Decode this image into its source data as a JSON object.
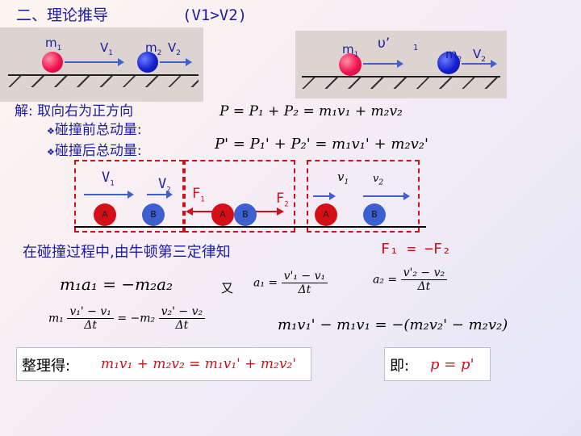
{
  "title": "二、理论推导",
  "condition": "(V1>V2)",
  "left_panel": {
    "m1": "m",
    "m2": "m",
    "v1": "V",
    "v2": "V",
    "sub1": "1",
    "sub2": "2"
  },
  "right_panel": {
    "m1": "m",
    "m2": "m",
    "v1": "υ’",
    "v2": "V",
    "sub1": "1",
    "sub2": "2"
  },
  "solution": {
    "intro": "解: 取向右为正方向",
    "before_label": "碰撞前总动量:",
    "after_label": "碰撞后总动量:",
    "bullet": "❖"
  },
  "eq_before": "P = P₁ + P₂ = m₁v₁ + m₂v₂",
  "eq_after": "P' = P₁' + P₂' = m₁v₁' + m₂v₂'",
  "diagram": {
    "v1": "V",
    "v2": "V",
    "v1p": "v",
    "v2p": "v",
    "sub1": "1",
    "sub2": "2",
    "F1": "F",
    "F2": "F",
    "ballA": "A",
    "ballB": "B"
  },
  "newton_text": "在碰撞过程中,由牛顿第三定律知",
  "newton_eq": "F₁ = −F₂",
  "eq_m_a": "m₁a₁ = −m₂a₂",
  "you": "又",
  "a1": {
    "lhs": "a₁ =",
    "num": "v'₁ − v₁",
    "den": "Δt"
  },
  "a2": {
    "lhs": "a₂ =",
    "num": "v'₂ − v₂",
    "den": "Δt"
  },
  "eq_sub": {
    "m1": "m₁",
    "num1": "v₁' − v₁",
    "den": "Δt",
    "mid": "= −m₂",
    "num2": "v₂' − v₂"
  },
  "eq_expand": "m₁v₁' − m₁v₁ = −(m₂v₂' − m₂v₂)",
  "result": {
    "label": "整理得:",
    "formula": "m₁v₁ + m₂v₂ = m₁v₁' + m₂v₂'"
  },
  "conclusion": {
    "label": "即:",
    "formula": "p = p'"
  }
}
